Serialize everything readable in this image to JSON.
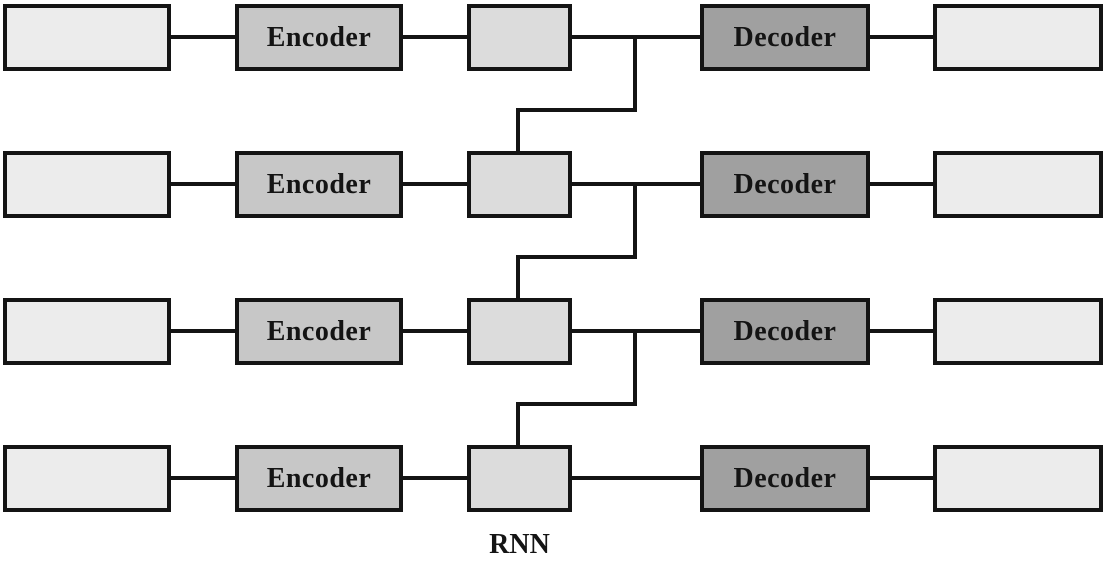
{
  "diagram": {
    "caption": "RNN",
    "rows": [
      {
        "encoder_label": "Encoder",
        "decoder_label": "Decoder"
      },
      {
        "encoder_label": "Encoder",
        "decoder_label": "Decoder"
      },
      {
        "encoder_label": "Encoder",
        "decoder_label": "Decoder"
      },
      {
        "encoder_label": "Encoder",
        "decoder_label": "Decoder"
      }
    ],
    "colors": {
      "background": "#ffffff",
      "io_box_fill": "#ececec",
      "state_box_fill": "#dcdcdc",
      "encoder_box_fill": "#c7c7c7",
      "decoder_box_fill": "#a0a0a0",
      "border_and_lines": "#141414",
      "label_text": "#141414"
    }
  }
}
